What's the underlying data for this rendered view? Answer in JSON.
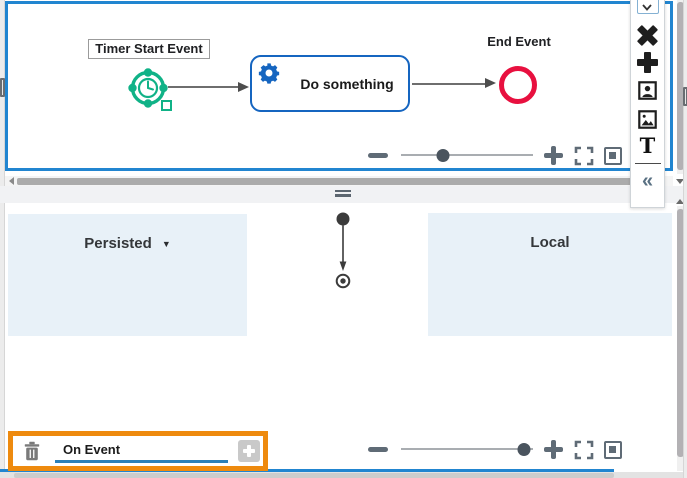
{
  "top_canvas": {
    "timer_event": {
      "label": "Timer Start Event"
    },
    "task": {
      "label": "Do something"
    },
    "end_event": {
      "label": "End Event"
    },
    "zoom_bar": {
      "slider_percent": 32,
      "slider_style": "left:32%"
    },
    "colors": {
      "canvas_border": "#2185d0",
      "timer_event": "#10b287",
      "task_border": "#1565c0",
      "end_event": "#e8103f",
      "connector": "#6e6e6e"
    }
  },
  "bottom_canvas": {
    "persisted": {
      "label": "Persisted",
      "caret": "▼"
    },
    "local": {
      "label": "Local"
    },
    "event_editor": {
      "value": "On Event",
      "underline_color": "#2b80b9",
      "highlight_color": "#ee8a0e"
    },
    "zoom_bar": {
      "slider_percent": 93,
      "slider_style": "left:93%"
    },
    "box_fill": "#e8f1f8"
  },
  "right_toolbar": {
    "text_glyph": "T",
    "collapse_glyph": "«",
    "items": [
      "more-tools",
      "delete",
      "add",
      "portrait-image",
      "image",
      "text",
      "collapse"
    ]
  },
  "icons": {
    "delete": "cross-x",
    "add": "heavy-plus",
    "portrait_image": "framed-person",
    "image": "framed-landscape",
    "text": "T",
    "collapse": "«",
    "zoom_out": "minus-bar",
    "zoom_in": "plus-cross",
    "fit_view": "corner-brackets",
    "reset_view": "square-in-square",
    "trash": "trash-can",
    "dropdown_caret": "▼",
    "splitter_handle": "double-bar",
    "divider_handle": "double-line"
  }
}
